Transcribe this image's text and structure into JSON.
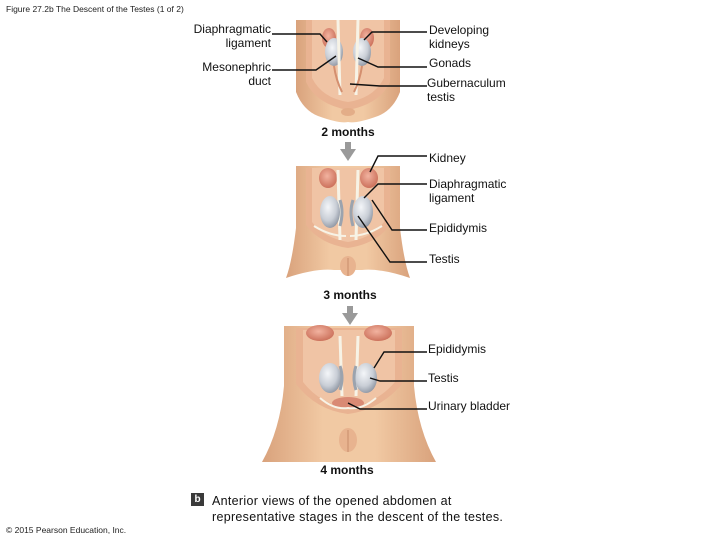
{
  "figure_title": "Figure 27.2b The Descent of the Testes (1 of 2)",
  "stages": {
    "s1": {
      "label": "2 months",
      "callouts": {
        "diaphragmatic_ligament": [
          "Diaphragmatic",
          "ligament"
        ],
        "mesonephric_duct": [
          "Mesonephric",
          "duct"
        ],
        "developing_kidneys": [
          "Developing",
          "kidneys"
        ],
        "gonads": [
          "Gonads"
        ],
        "gubernaculum_testis": [
          "Gubernaculum",
          "testis"
        ]
      }
    },
    "s2": {
      "label": "3 months",
      "callouts": {
        "kidney": [
          "Kidney"
        ],
        "diaphragmatic_ligament": [
          "Diaphragmatic",
          "ligament"
        ],
        "epididymis": [
          "Epididymis"
        ],
        "testis": [
          "Testis"
        ]
      }
    },
    "s3": {
      "label": "4 months",
      "callouts": {
        "epididymis": [
          "Epididymis"
        ],
        "testis": [
          "Testis"
        ],
        "urinary_bladder": [
          "Urinary bladder"
        ]
      }
    }
  },
  "panel_badge": "b",
  "caption": [
    "Anterior views of the opened abdomen at",
    "representative stages in the descent of the testes."
  ],
  "copyright": "© 2015 Pearson Education, Inc.",
  "colors": {
    "skin": "#f1c9a3",
    "skin_shadow": "#d9a27c",
    "cavity": "#e9b392",
    "kidney": "#e79277",
    "testis": "#c9ced6",
    "duct": "#f3efe0",
    "arrow": "#9a9a9a",
    "leader": "#111111",
    "badge": "#3a3a3a"
  }
}
